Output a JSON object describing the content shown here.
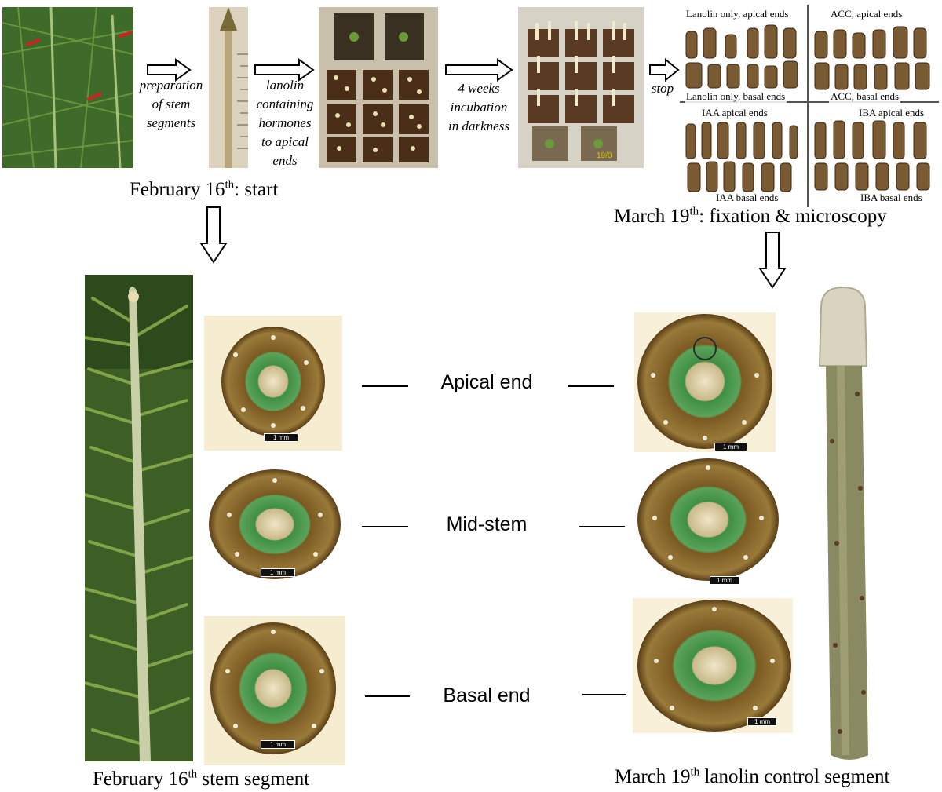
{
  "workflow": {
    "step1": "preparation\nof stem\nsegments",
    "step2": "lanolin\ncontaining\nhormones\nto apical\nends",
    "step3": "4 weeks\nincubation\nin darkness",
    "step4": "stop"
  },
  "captions": {
    "start_pre": "February 16",
    "start_sup": "th",
    "start_post": ": start",
    "fix_pre": "March 19",
    "fix_sup": "th",
    "fix_post": ": fixation & microscopy",
    "bottom_left_pre": "February 16",
    "bottom_left_sup": "th",
    "bottom_left_post": " stem segment",
    "bottom_right_pre": "March 19",
    "bottom_right_sup": "th",
    "bottom_right_post": " lanolin control segment"
  },
  "panels": {
    "lanolin_apical": "Lanolin only, apical ends",
    "acc_apical": "ACC, apical ends",
    "lanolin_basal": "Lanolin only, basal ends",
    "acc_basal": "ACC, basal ends",
    "iaa_apical": "IAA apical ends",
    "iba_apical": "IBA apical ends",
    "iaa_basal": "IAA basal ends",
    "iba_basal": "IBA basal ends"
  },
  "positions": {
    "apical": "Apical end",
    "mid": "Mid-stem",
    "basal": "Basal end"
  },
  "scale_bar": "1 mm",
  "tray_stamp": "19/0",
  "colors": {
    "conifer_green": "#4d7a2e",
    "xylem_green": "#4f9a4a",
    "section_brown": "#8a6a2a",
    "background": "#ffffff"
  }
}
